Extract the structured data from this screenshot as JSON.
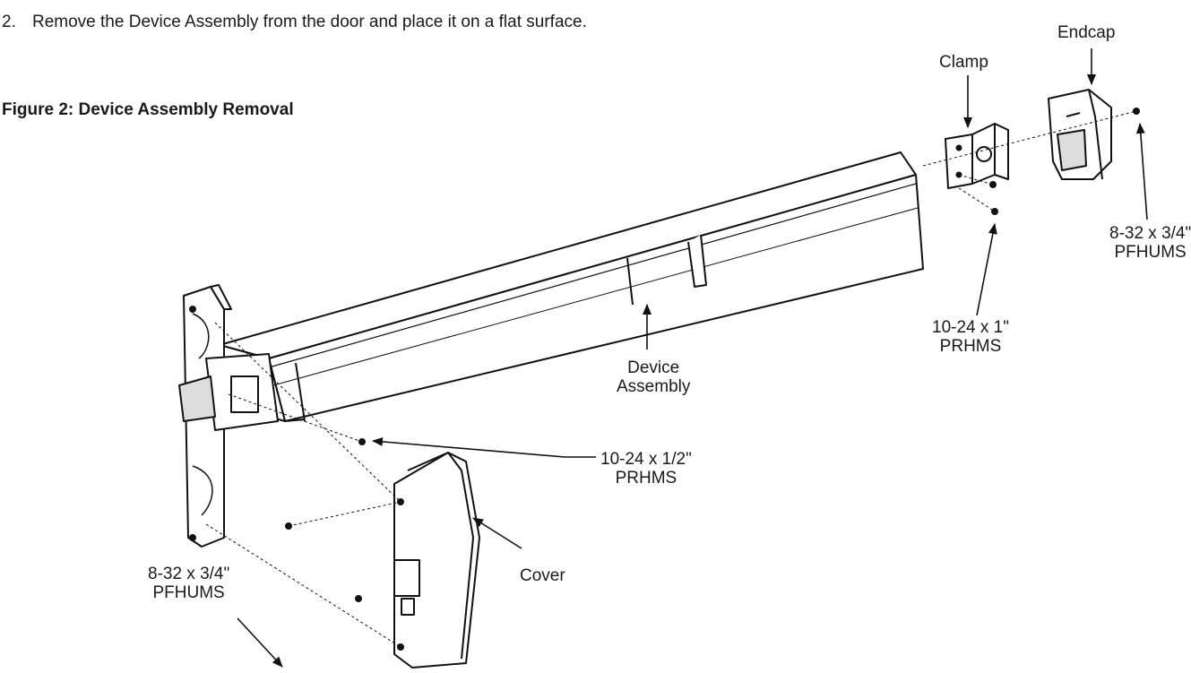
{
  "instructions": {
    "step_number": "2.",
    "step_text": "Remove the Device Assembly from the door and place it on a flat surface."
  },
  "figure": {
    "title": "Figure 2: Device Assembly Removal"
  },
  "callouts": {
    "endcap": "Endcap",
    "clamp": "Clamp",
    "screw_endcap": "8-32 x 3/4\"\nPFHUMS",
    "screw_clamp": "10-24 x 1\"\nPRHMS",
    "device_assembly": "Device\nAssembly",
    "screw_chassis": "10-24 x 1/2\"\nPRHMS",
    "screw_cover": "8-32 x 3/4\"\nPFHUMS",
    "cover": "Cover"
  }
}
